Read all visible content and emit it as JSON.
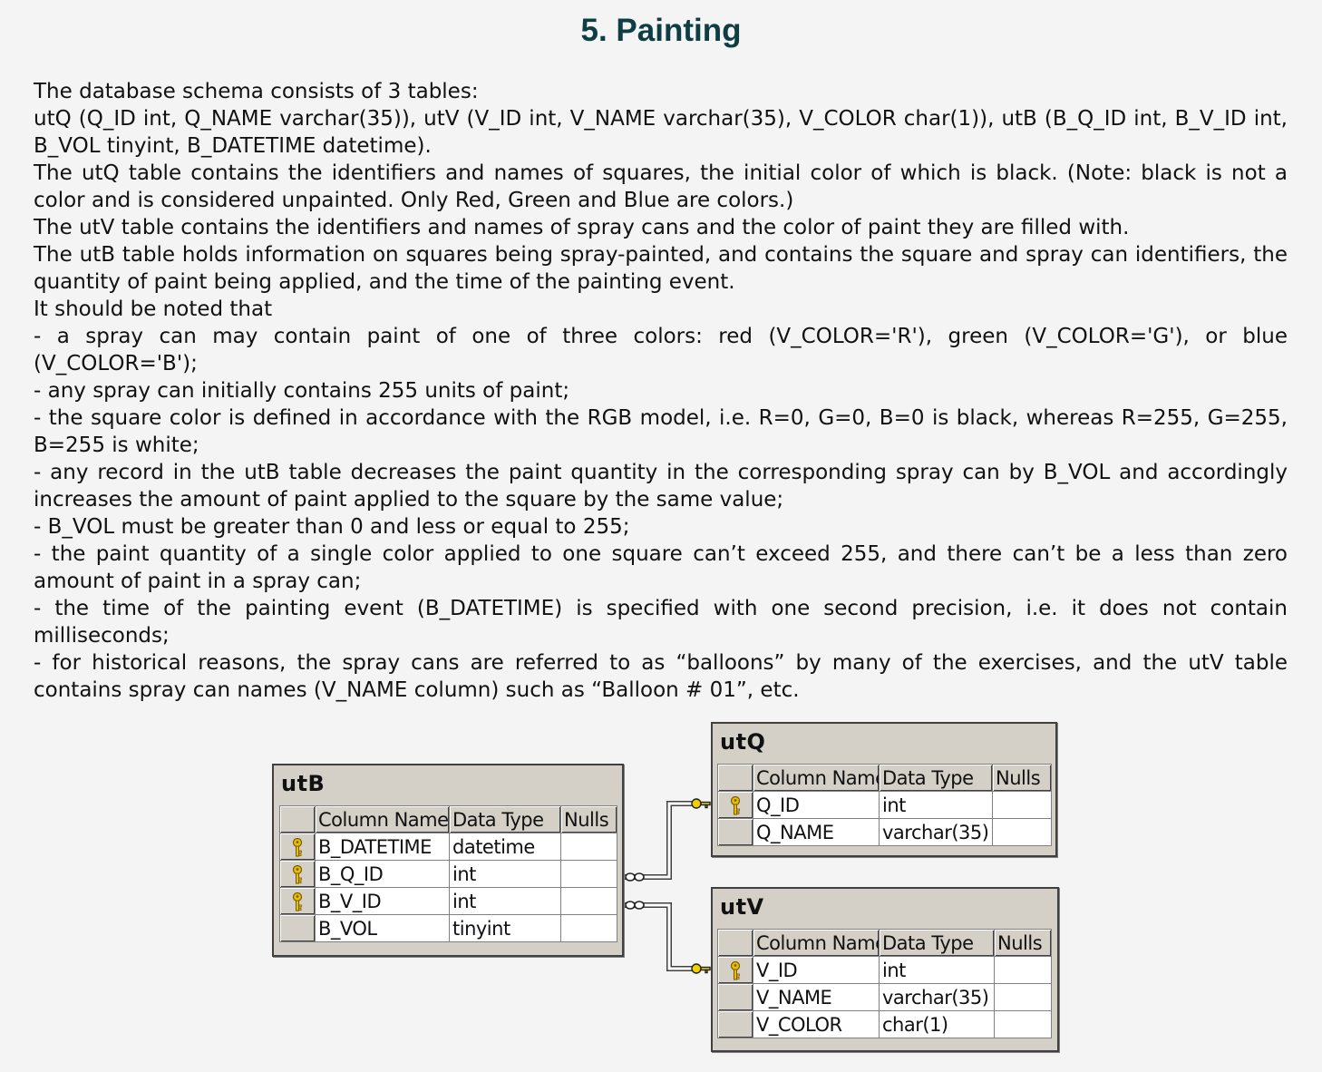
{
  "title": "5. Painting",
  "paragraphs": [
    "The database schema consists of 3 tables:",
    "utQ (Q_ID int, Q_NAME varchar(35)), utV (V_ID int, V_NAME varchar(35), V_COLOR char(1)), utB (B_Q_ID int, B_V_ID int, B_VOL tinyint, B_DATETIME datetime).",
    "The utQ table contains the identifiers and names of squares, the initial color of which is black. (Note: black is not a color and is considered unpainted. Only Red, Green and Blue are colors.)",
    "The utV table contains the identifiers and names of spray cans and the color of paint they are filled with.",
    "The utB table holds information on squares being spray-painted, and contains the square and spray can identifiers, the quantity of paint being applied, and the time of the painting event.",
    "It should be noted that",
    "- a spray can may contain paint of one of three colors: red (V_COLOR='R'), green (V_COLOR='G'), or blue (V_COLOR='B');",
    "- any spray can initially contains 255 units of paint;",
    "- the square color is defined in accordance with the RGB model, i.e. R=0, G=0, B=0 is black, whereas R=255, G=255, B=255 is white;",
    "- any record in the utB table decreases the paint quantity in the corresponding spray can by B_VOL and accordingly increases the amount of paint applied to the square by the same value;",
    "- B_VOL must be greater than 0 and less or equal to 255;",
    "- the paint quantity of a single color applied to one square can’t exceed 255, and there can’t be a less than zero amount of paint in a spray can;",
    "- the time of the painting event (B_DATETIME) is specified with one second precision, i.e. it does not contain milliseconds;",
    "- for historical reasons, the spray cans are referred to as “balloons” by many of the exercises, and the utV table contains spray can names (V_NAME column) such as “Balloon # 01”, etc."
  ],
  "diagram": {
    "headers": {
      "column_name": "Column Name",
      "data_type": "Data Type",
      "nulls": "Nulls"
    },
    "tables": {
      "utB": {
        "name": "utB",
        "rows": [
          {
            "column": "B_DATETIME",
            "type": "datetime",
            "key": true
          },
          {
            "column": "B_Q_ID",
            "type": "int",
            "key": true
          },
          {
            "column": "B_V_ID",
            "type": "int",
            "key": true
          },
          {
            "column": "B_VOL",
            "type": "tinyint",
            "key": false
          }
        ]
      },
      "utQ": {
        "name": "utQ",
        "rows": [
          {
            "column": "Q_ID",
            "type": "int",
            "key": true
          },
          {
            "column": "Q_NAME",
            "type": "varchar(35)",
            "key": false
          }
        ]
      },
      "utV": {
        "name": "utV",
        "rows": [
          {
            "column": "V_ID",
            "type": "int",
            "key": true
          },
          {
            "column": "V_NAME",
            "type": "varchar(35)",
            "key": false
          },
          {
            "column": "V_COLOR",
            "type": "char(1)",
            "key": false
          }
        ]
      }
    },
    "relationships": [
      "utB.B_Q_ID -> utQ.Q_ID",
      "utB.B_V_ID -> utV.V_ID"
    ]
  },
  "icons": {
    "primary_key": "key-icon",
    "one_end": "key-endpoint-icon",
    "many_end": "infinity-endpoint-icon"
  },
  "colors": {
    "title": "#0e3e44",
    "table_background": "#d4d0c8",
    "key_icon": "#e8c000"
  }
}
